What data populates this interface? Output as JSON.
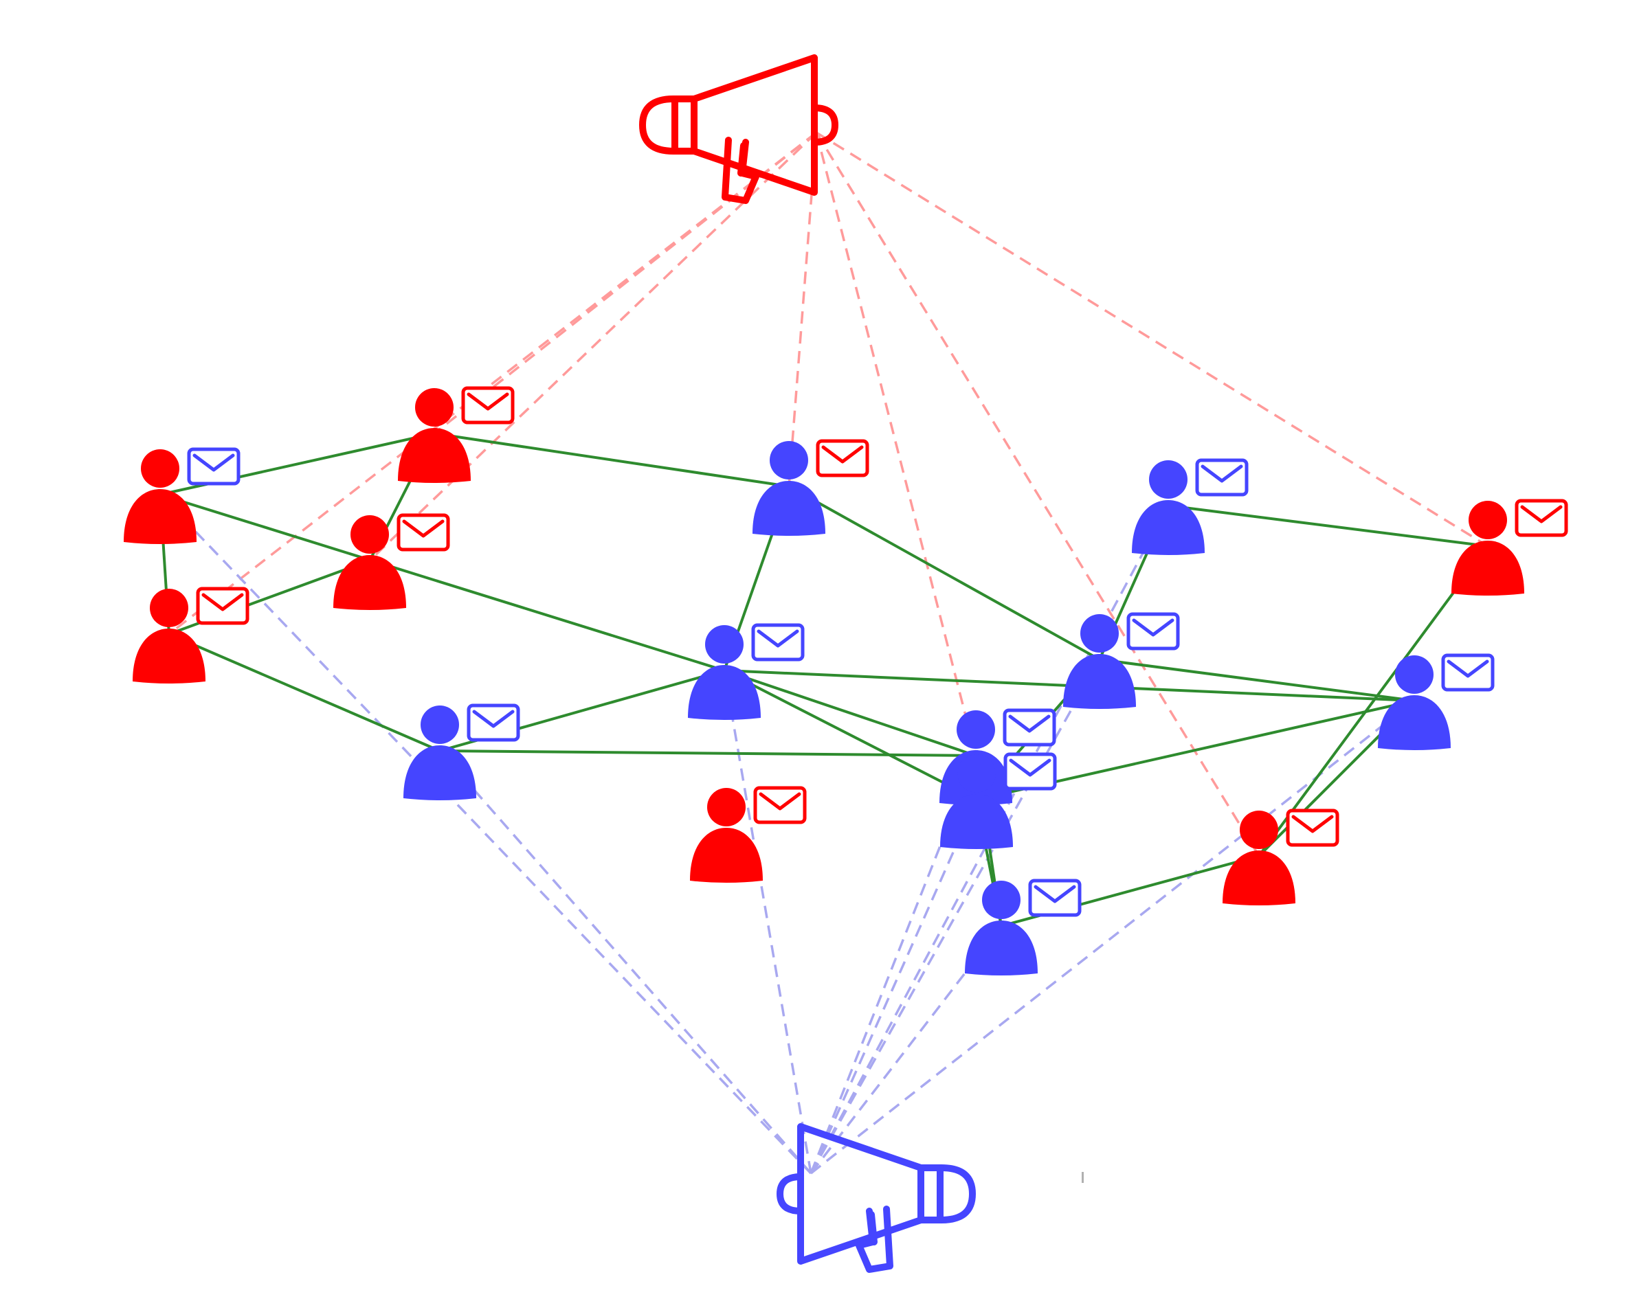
{
  "colors": {
    "red": "#ff0000",
    "blue": "#4545ff",
    "social_edge": "#2e8b2e",
    "red_broadcast": "#ff9a9a",
    "blue_broadcast": "#a8a8f0"
  },
  "broadcasters": [
    {
      "id": "red-broadcaster",
      "color": "red",
      "icon": "megaphone-icon"
    },
    {
      "id": "blue-broadcaster",
      "color": "blue",
      "icon": "megaphone-icon"
    }
  ],
  "agents": [
    {
      "id": "a1",
      "color": "red",
      "message": "blue",
      "icon": "person-icon"
    },
    {
      "id": "a2",
      "color": "red",
      "message": "red",
      "icon": "person-icon"
    },
    {
      "id": "a3",
      "color": "red",
      "message": "red",
      "icon": "person-icon"
    },
    {
      "id": "a4",
      "color": "red",
      "message": "red",
      "icon": "person-icon"
    },
    {
      "id": "a5",
      "color": "blue",
      "message": "red",
      "icon": "person-icon"
    },
    {
      "id": "a6",
      "color": "blue",
      "message": "blue",
      "icon": "person-icon"
    },
    {
      "id": "a7",
      "color": "red",
      "message": "red",
      "icon": "person-icon"
    },
    {
      "id": "a8",
      "color": "blue",
      "message": "blue",
      "icon": "person-icon"
    },
    {
      "id": "a9",
      "color": "blue",
      "message": "blue",
      "icon": "person-icon"
    },
    {
      "id": "a10",
      "color": "blue",
      "message": "blue",
      "icon": "person-icon"
    },
    {
      "id": "a11",
      "color": "blue",
      "message": "blue",
      "icon": "person-icon"
    },
    {
      "id": "a12",
      "color": "red",
      "message": "red",
      "icon": "person-icon"
    },
    {
      "id": "a13",
      "color": "blue",
      "message": "blue",
      "icon": "person-icon"
    },
    {
      "id": "a14",
      "color": "blue",
      "message": "blue",
      "icon": "person-icon"
    },
    {
      "id": "a15",
      "color": "blue",
      "message": "blue",
      "icon": "person-icon"
    },
    {
      "id": "a16",
      "color": "red",
      "message": "red",
      "icon": "person-icon"
    }
  ],
  "social_edges": [
    [
      "a1",
      "a2"
    ],
    [
      "a1",
      "a4"
    ],
    [
      "a1",
      "a9"
    ],
    [
      "a2",
      "a3"
    ],
    [
      "a2",
      "a5"
    ],
    [
      "a3",
      "a4"
    ],
    [
      "a4",
      "a8"
    ],
    [
      "a5",
      "a9"
    ],
    [
      "a5",
      "a11"
    ],
    [
      "a6",
      "a11"
    ],
    [
      "a6",
      "a12"
    ],
    [
      "a8",
      "a9"
    ],
    [
      "a8",
      "a10"
    ],
    [
      "a9",
      "a10"
    ],
    [
      "a9",
      "a14"
    ],
    [
      "a9",
      "a13"
    ],
    [
      "a10",
      "a14"
    ],
    [
      "a10",
      "a15"
    ],
    [
      "a11",
      "a14"
    ],
    [
      "a11",
      "a13"
    ],
    [
      "a12",
      "a16"
    ],
    [
      "a13",
      "a14"
    ],
    [
      "a13",
      "a16"
    ],
    [
      "a14",
      "a15"
    ],
    [
      "a15",
      "a16"
    ]
  ],
  "red_broadcast_targets": [
    "a2",
    "a3",
    "a4",
    "a5",
    "a10",
    "a12",
    "a16"
  ],
  "blue_broadcast_targets": [
    "a1",
    "a8",
    "a10",
    "a9",
    "a11",
    "a13",
    "a14",
    "a15",
    "a6"
  ],
  "stray_mark": {
    "color": "#b0b0b0"
  }
}
